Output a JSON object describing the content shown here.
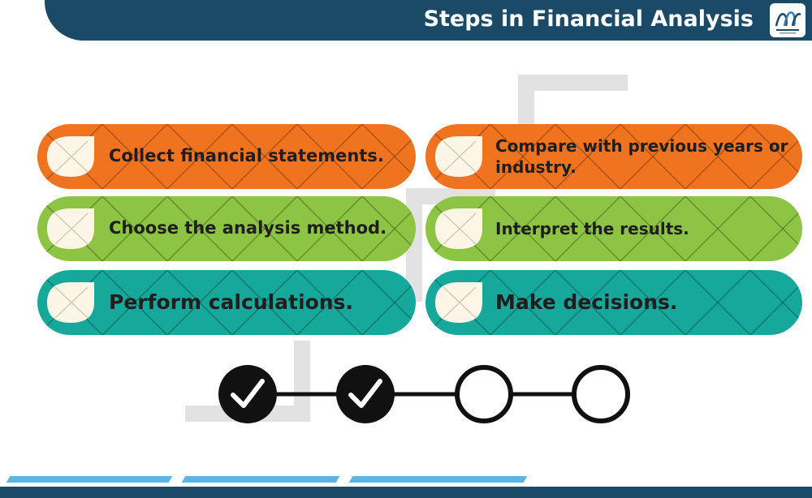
{
  "header": {
    "title": "Steps in Financial Analysis"
  },
  "steps": [
    {
      "text": "Collect financial statements."
    },
    {
      "text": "Compare with previous years or industry."
    },
    {
      "text": "Choose the analysis method."
    },
    {
      "text": "Interpret the results."
    },
    {
      "text": "Perform calculations."
    },
    {
      "text": "Make decisions."
    }
  ],
  "progress": {
    "total": 4,
    "completed": 2
  },
  "colors": {
    "header": "#1a4a66",
    "orange": "#f07320",
    "green": "#8dc443",
    "teal": "#16a89b",
    "accent_light": "#5fb3e0"
  }
}
